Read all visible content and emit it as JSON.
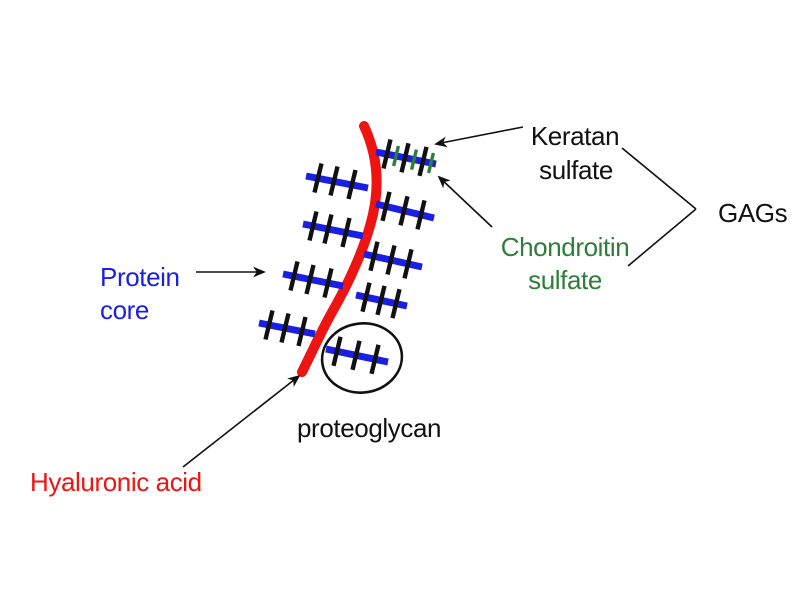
{
  "diagram": {
    "background": "#ffffff",
    "labels": {
      "keratan_sulfate": {
        "line1": "Keratan",
        "line2": "sulfate",
        "color": "#111111"
      },
      "gags": {
        "text": "GAGs",
        "color": "#111111"
      },
      "chondroitin_sulfate": {
        "line1": "Chondroitin",
        "line2": "sulfate",
        "color": "#2e7d3b"
      },
      "protein_core": {
        "line1": "Protein",
        "line2": "core",
        "color": "#1b1fe1"
      },
      "proteoglycan": {
        "text": "proteoglycan",
        "color": "#111111"
      },
      "hyaluronic_acid": {
        "text": "Hyaluronic acid",
        "color": "#ee1411"
      }
    },
    "structure_colors": {
      "protein_core_lines": "#1b1fe1",
      "hyaluronic_acid_curve": "#ee1411",
      "chondroitin_ticks": "#111111",
      "keratan_ticks": "#2e7d3b",
      "annotation_lines": "#111111"
    }
  }
}
